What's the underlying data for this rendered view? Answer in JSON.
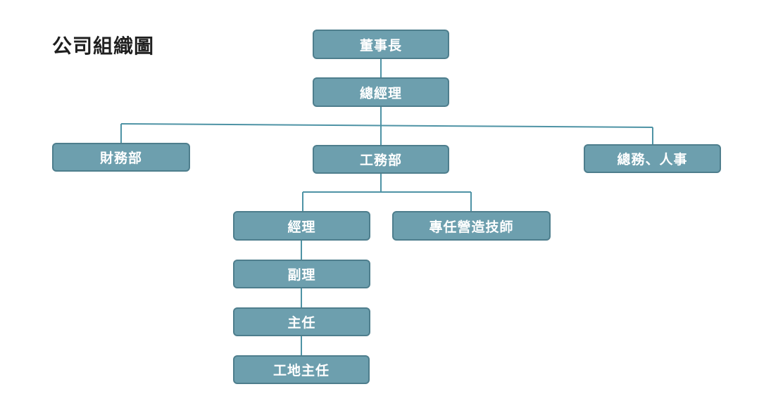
{
  "title": "公司組織圖",
  "nodes": {
    "chairman": "董事長",
    "general_manager": "總經理",
    "finance": "財務部",
    "engineering": "工務部",
    "general_affairs_hr": "總務、人事",
    "manager": "經理",
    "dedicated_engineer": "專任營造技師",
    "deputy_manager": "副理",
    "supervisor": "主任",
    "site_supervisor": "工地主任"
  },
  "colors": {
    "node_fill": "#6d9fae",
    "node_border": "#4e7e8d",
    "connector": "#4e93a5",
    "node_text": "#ffffff"
  }
}
